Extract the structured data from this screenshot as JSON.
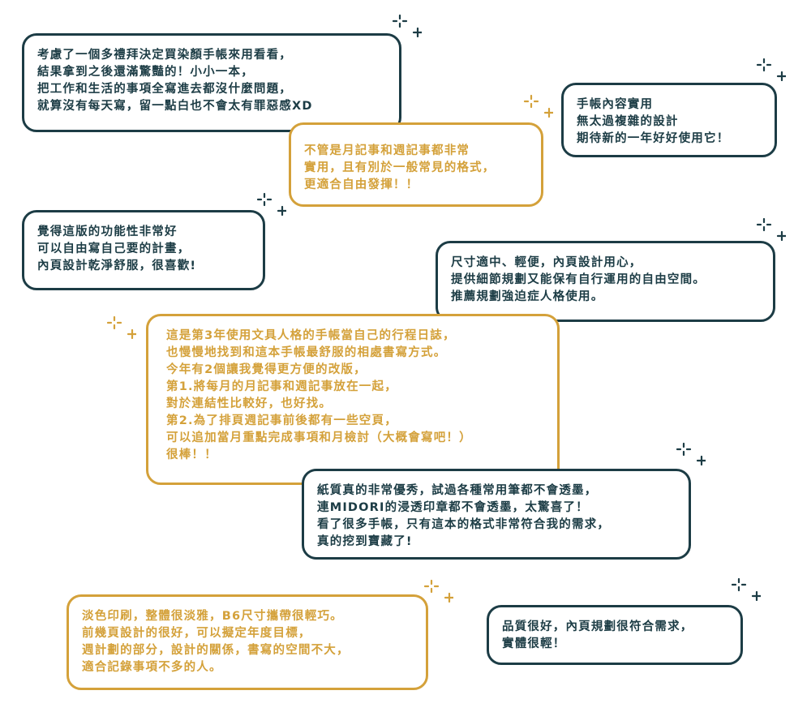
{
  "colors": {
    "dark": "#1c3c45",
    "gold": "#d4a13a",
    "background": "#ffffff"
  },
  "bubbles": [
    {
      "id": "review-1",
      "style": "dark",
      "lines": [
        "考慮了一個多禮拜決定買染顏手帳來用看看，",
        "結果拿到之後還滿驚豔的！小小一本，",
        "把工作和生活的事項全寫進去都沒什麼問題，",
        "就算沒有每天寫，留一點白也不會太有罪惡感XD"
      ]
    },
    {
      "id": "review-2",
      "style": "dark",
      "lines": [
        "手帳內容實用",
        "無太過複雜的設計",
        "期待新的一年好好使用它！"
      ]
    },
    {
      "id": "review-3",
      "style": "gold",
      "lines": [
        "不管是月記事和週記事都非常",
        "實用，且有別於一般常見的格式，",
        "更適合自由發揮！！"
      ]
    },
    {
      "id": "review-4",
      "style": "dark",
      "lines": [
        "覺得這版的功能性非常好",
        "可以自由寫自己要的計畫，",
        "內頁設計乾淨舒服，很喜歡!"
      ]
    },
    {
      "id": "review-5",
      "style": "dark",
      "lines": [
        "尺寸適中、輕便，內頁設計用心，",
        "提供細節規劃又能保有自行運用的自由空間。",
        "推薦規劃強迫症人格使用。"
      ]
    },
    {
      "id": "review-6",
      "style": "gold",
      "lines": [
        "這是第3年使用文具人格的手帳當自己的行程日誌，",
        "也慢慢地找到和這本手帳最舒服的相處書寫方式。",
        "今年有2個讓我覺得更方便的改版，",
        "第1.將每月的月記事和週記事放在一起，",
        "對於連結性比較好，也好找。",
        "第2.為了排頁週記事前後都有一些空頁，",
        "可以追加當月重點完成事項和月檢討（大概會寫吧！）",
        "很棒！！"
      ]
    },
    {
      "id": "review-7",
      "style": "dark",
      "lines": [
        "紙質真的非常優秀，試過各種常用筆都不會透墨，",
        "連MIDORI的浸透印章都不會透墨，太驚喜了！",
        "看了很多手帳，只有這本的格式非常符合我的需求，",
        "真的挖到寶藏了!"
      ]
    },
    {
      "id": "review-8",
      "style": "gold",
      "lines": [
        "淡色印刷，整體很淡雅，B6尺寸攜帶很輕巧。",
        "前幾頁設計的很好，可以擬定年度目標，",
        "週計劃的部分，設計的關係，書寫的空間不大，",
        "適合記錄事項不多的人。"
      ]
    },
    {
      "id": "review-9",
      "style": "dark",
      "lines": [
        "品質很好，內頁規劃很符合需求，",
        "實體很輕！"
      ]
    }
  ],
  "sparkles": [
    {
      "style": "dark"
    },
    {
      "style": "dark"
    },
    {
      "style": "gold"
    },
    {
      "style": "dark"
    },
    {
      "style": "dark"
    },
    {
      "style": "gold"
    },
    {
      "style": "dark"
    },
    {
      "style": "gold"
    },
    {
      "style": "dark"
    }
  ]
}
